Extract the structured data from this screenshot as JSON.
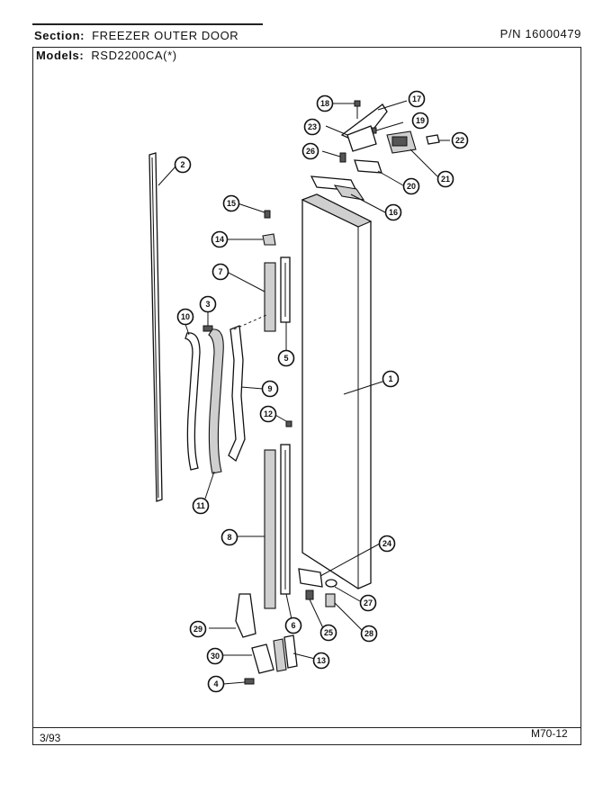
{
  "header": {
    "section_label": "Section:",
    "section_value": "FREEZER OUTER DOOR",
    "pn": "P/N 16000479",
    "models_label": "Models:",
    "models_value": "RSD2200CA(*)"
  },
  "footer": {
    "date": "3/93",
    "page_code": "M70-12"
  },
  "callouts": [
    "1",
    "2",
    "3",
    "4",
    "5",
    "6",
    "7",
    "8",
    "9",
    "10",
    "11",
    "12",
    "13",
    "14",
    "15",
    "16",
    "17",
    "18",
    "19",
    "20",
    "21",
    "22",
    "23",
    "24",
    "25",
    "26",
    "27",
    "28",
    "29",
    "30"
  ]
}
